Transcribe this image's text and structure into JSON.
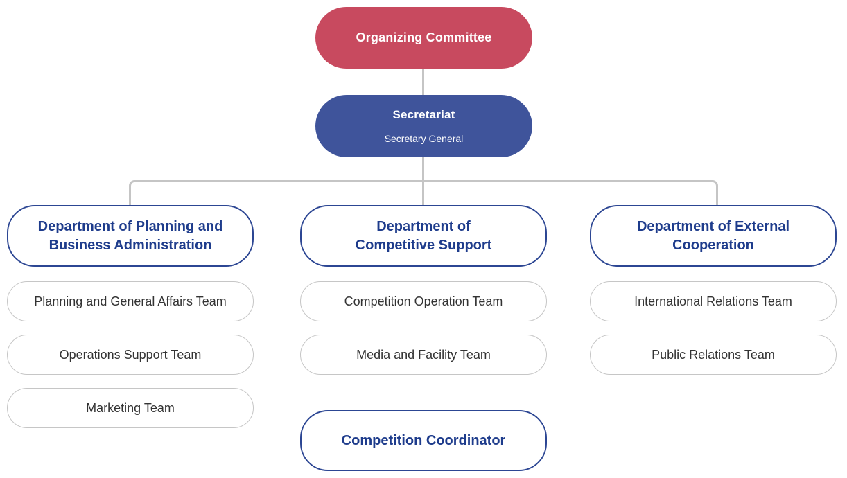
{
  "org": {
    "root": {
      "label": "Organizing Committee"
    },
    "secretariat": {
      "title": "Secretariat",
      "subtitle": "Secretary General"
    },
    "departments": [
      {
        "name": "Department of Planning and\nBusiness Administration",
        "teams": [
          "Planning and General Affairs Team",
          "Operations Support Team",
          "Marketing Team"
        ]
      },
      {
        "name": "Department of\nCompetitive Support",
        "teams": [
          "Competition Operation Team",
          "Media and Facility Team"
        ],
        "coordinator": "Competition Coordinator"
      },
      {
        "name": "Department of External\nCooperation",
        "teams": [
          "International Relations Team",
          "Public Relations Team"
        ]
      }
    ],
    "colors": {
      "committee_bg": "#c84a5f",
      "secretariat_bg": "#3f549b",
      "department_border": "#2c4693",
      "department_text": "#1e3c8c",
      "team_border": "#c6c6c6",
      "team_text": "#333333",
      "connector": "#c5c5c5"
    }
  }
}
